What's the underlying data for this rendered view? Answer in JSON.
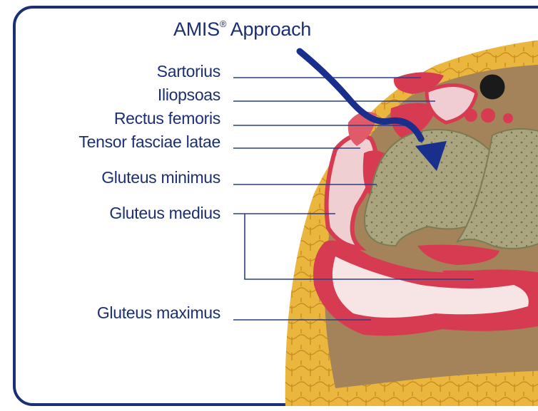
{
  "diagram": {
    "title": "AMIS",
    "title_mark": "®",
    "title_suffix": " Approach",
    "labels": {
      "sartorius": "Sartorius",
      "iliopsoas": "Iliopsoas",
      "rectus_femoris": "Rectus femoris",
      "tensor_fasciae_latae": "Tensor fasciae latae",
      "gluteus_minimus": "Gluteus minimus",
      "gluteus_medius": "Gluteus medius",
      "gluteus_maximus": "Gluteus maximus"
    },
    "colors": {
      "label_text": "#1b2f73",
      "leader_line": "#2a3f86",
      "arrow": "#1a2e8c",
      "frame": "#1b2f73",
      "fat": "#e9b53a",
      "muscle": "#d73b52",
      "bone": "#a7a27d"
    }
  }
}
